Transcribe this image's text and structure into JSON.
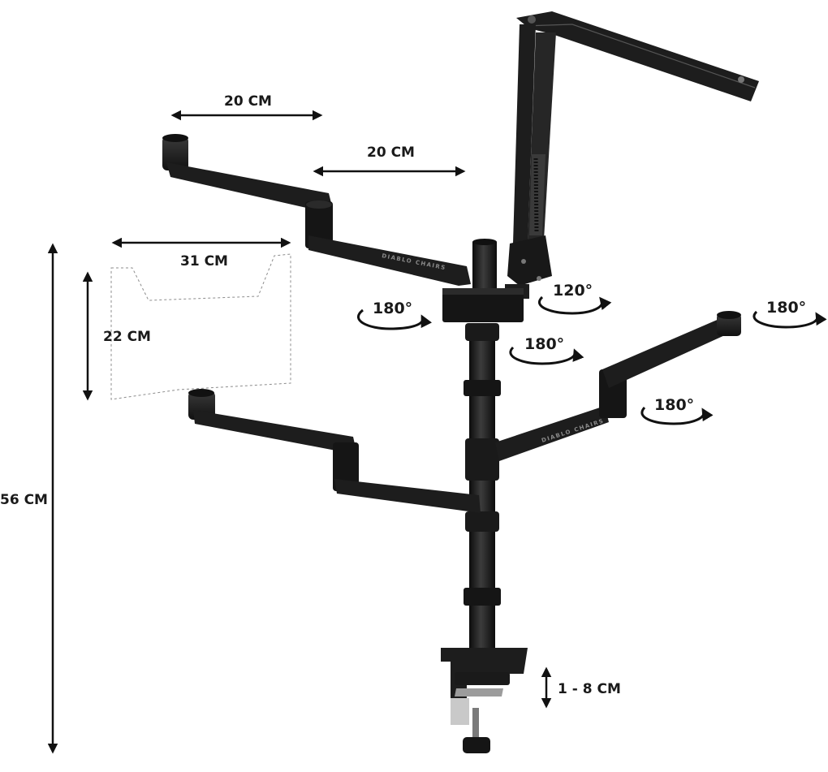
{
  "brand": "DIABLO CHAIRS",
  "dimensions": {
    "top_arm_segment_1": "20 CM",
    "top_arm_segment_2": "20 CM",
    "tray_width": "31 CM",
    "tray_height": "22 CM",
    "total_height": "56 CM",
    "clamp_range": "1 - 8 CM"
  },
  "rotations": {
    "upper_left_joint": "180°",
    "mic_boom_base": "120°",
    "upper_pole_joint": "180°",
    "right_arm_tip": "180°",
    "right_arm_joint": "180°"
  },
  "colors": {
    "arm": "#1d1d1d",
    "arm_highlight": "#3a3a3a",
    "arrow": "#111111",
    "dashed_outline": "#8c8c8c"
  }
}
